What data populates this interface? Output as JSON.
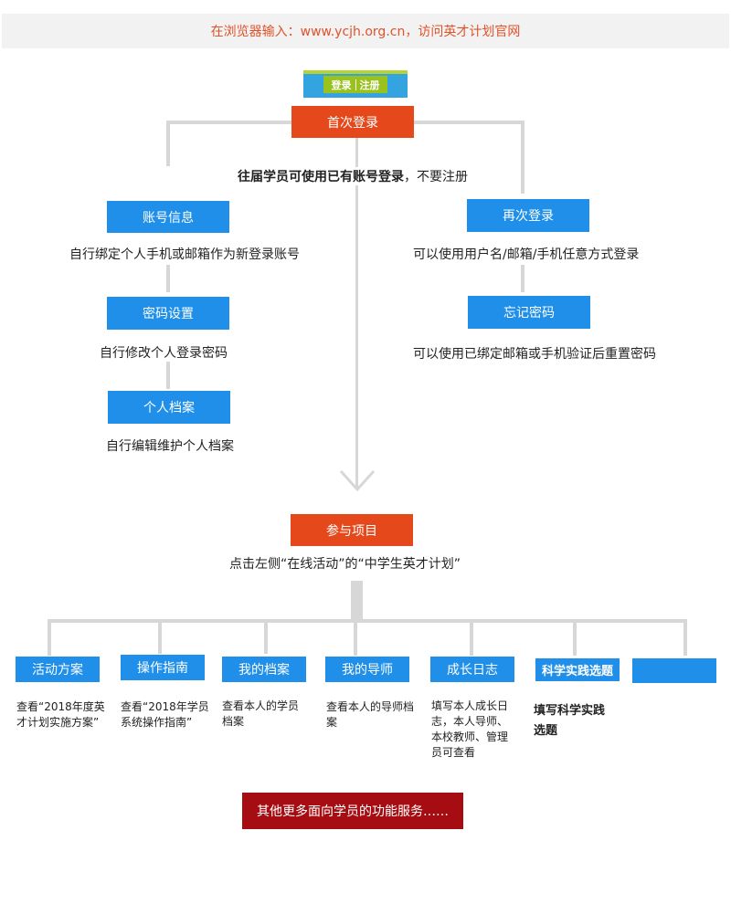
{
  "banner": {
    "text": "在浏览器输入：www.ycjh.org.cn，访问英才计划官网"
  },
  "login_button": {
    "login": "登录",
    "register": "注册"
  },
  "first_login": {
    "label": "首次登录",
    "note_bold": "往届学员可使用已有账号登录",
    "note_rest": "，不要注册"
  },
  "left_branch": {
    "account_info": {
      "label": "账号信息",
      "desc": "自行绑定个人手机或邮箱作为新登录账号"
    },
    "password_setting": {
      "label": "密码设置",
      "desc": "自行修改个人登录密码"
    },
    "personal_profile": {
      "label": "个人档案",
      "desc": "自行编辑维护个人档案"
    }
  },
  "right_branch": {
    "relogin": {
      "label": "再次登录",
      "desc": "可以使用用户名/邮箱/手机任意方式登录"
    },
    "forgot_password": {
      "label": "忘记密码",
      "desc": "可以使用已绑定邮箱或手机验证后重置密码"
    }
  },
  "join_project": {
    "label": "参与项目",
    "desc": "点击左侧“在线活动”的“中学生英才计划”"
  },
  "features": [
    {
      "label": "活动方案",
      "desc": "查看“2018年度英才计划实施方案”"
    },
    {
      "label": "操作指南",
      "desc": "查看“2018年学员系统操作指南”"
    },
    {
      "label": "我的档案",
      "desc": "查看本人的学员档案"
    },
    {
      "label": "我的导师",
      "desc": "查看本人的导师档案"
    },
    {
      "label": "成长日志",
      "desc": "填写本人成长日志，本人导师、本校教师、管理员可查看"
    },
    {
      "label": "科学实践选题",
      "desc": "填写科学实践选题"
    },
    {
      "label": "",
      "desc": ""
    }
  ],
  "more_services": {
    "label": "其他更多面向学员的功能服务……"
  },
  "colors": {
    "orange": "#e5481a",
    "blue": "#1f8fe9",
    "dark_red": "#a50d12",
    "connector_gray": "#d7d7d7",
    "banner_text": "#e0522a"
  }
}
